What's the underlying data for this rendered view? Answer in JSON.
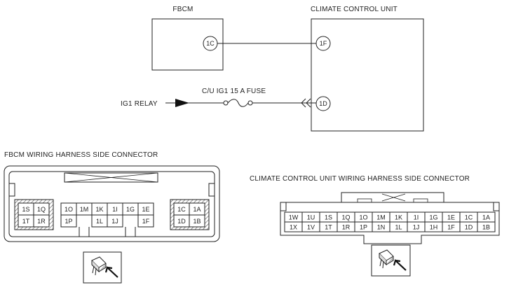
{
  "top_diagram": {
    "fbcm_label": "FBCM",
    "ccu_label": "CLIMATE CONTROL UNIT",
    "fbcm_pin": "1C",
    "ccu_pin_signal": "1F",
    "ccu_pin_power": "1D",
    "fuse_label": "C/U IG1 15 A FUSE",
    "relay_label": "IG1 RELAY"
  },
  "fbcm_connector": {
    "title": "FBCM WIRING HARNESS SIDE CONNECTOR",
    "left_block": [
      [
        "1S",
        "1Q"
      ],
      [
        "1T",
        "1R"
      ]
    ],
    "center_top": [
      "1O",
      "1M",
      "1K",
      "1I",
      "1G",
      "1E"
    ],
    "center_bottom": [
      "1P",
      "1L",
      "1J",
      "1F"
    ],
    "right_block": [
      [
        "1C",
        "1A"
      ],
      [
        "1D",
        "1B"
      ]
    ]
  },
  "ccu_connector": {
    "title": "CLIMATE CONTROL UNIT WIRING HARNESS SIDE CONNECTOR",
    "row_top": [
      "1W",
      "1U",
      "1S",
      "1Q",
      "1O",
      "1M",
      "1K",
      "1I",
      "1G",
      "1E",
      "1C",
      "1A"
    ],
    "row_bottom": [
      "1X",
      "1V",
      "1T",
      "1R",
      "1P",
      "1N",
      "1L",
      "1J",
      "1H",
      "1F",
      "1D",
      "1B"
    ]
  }
}
